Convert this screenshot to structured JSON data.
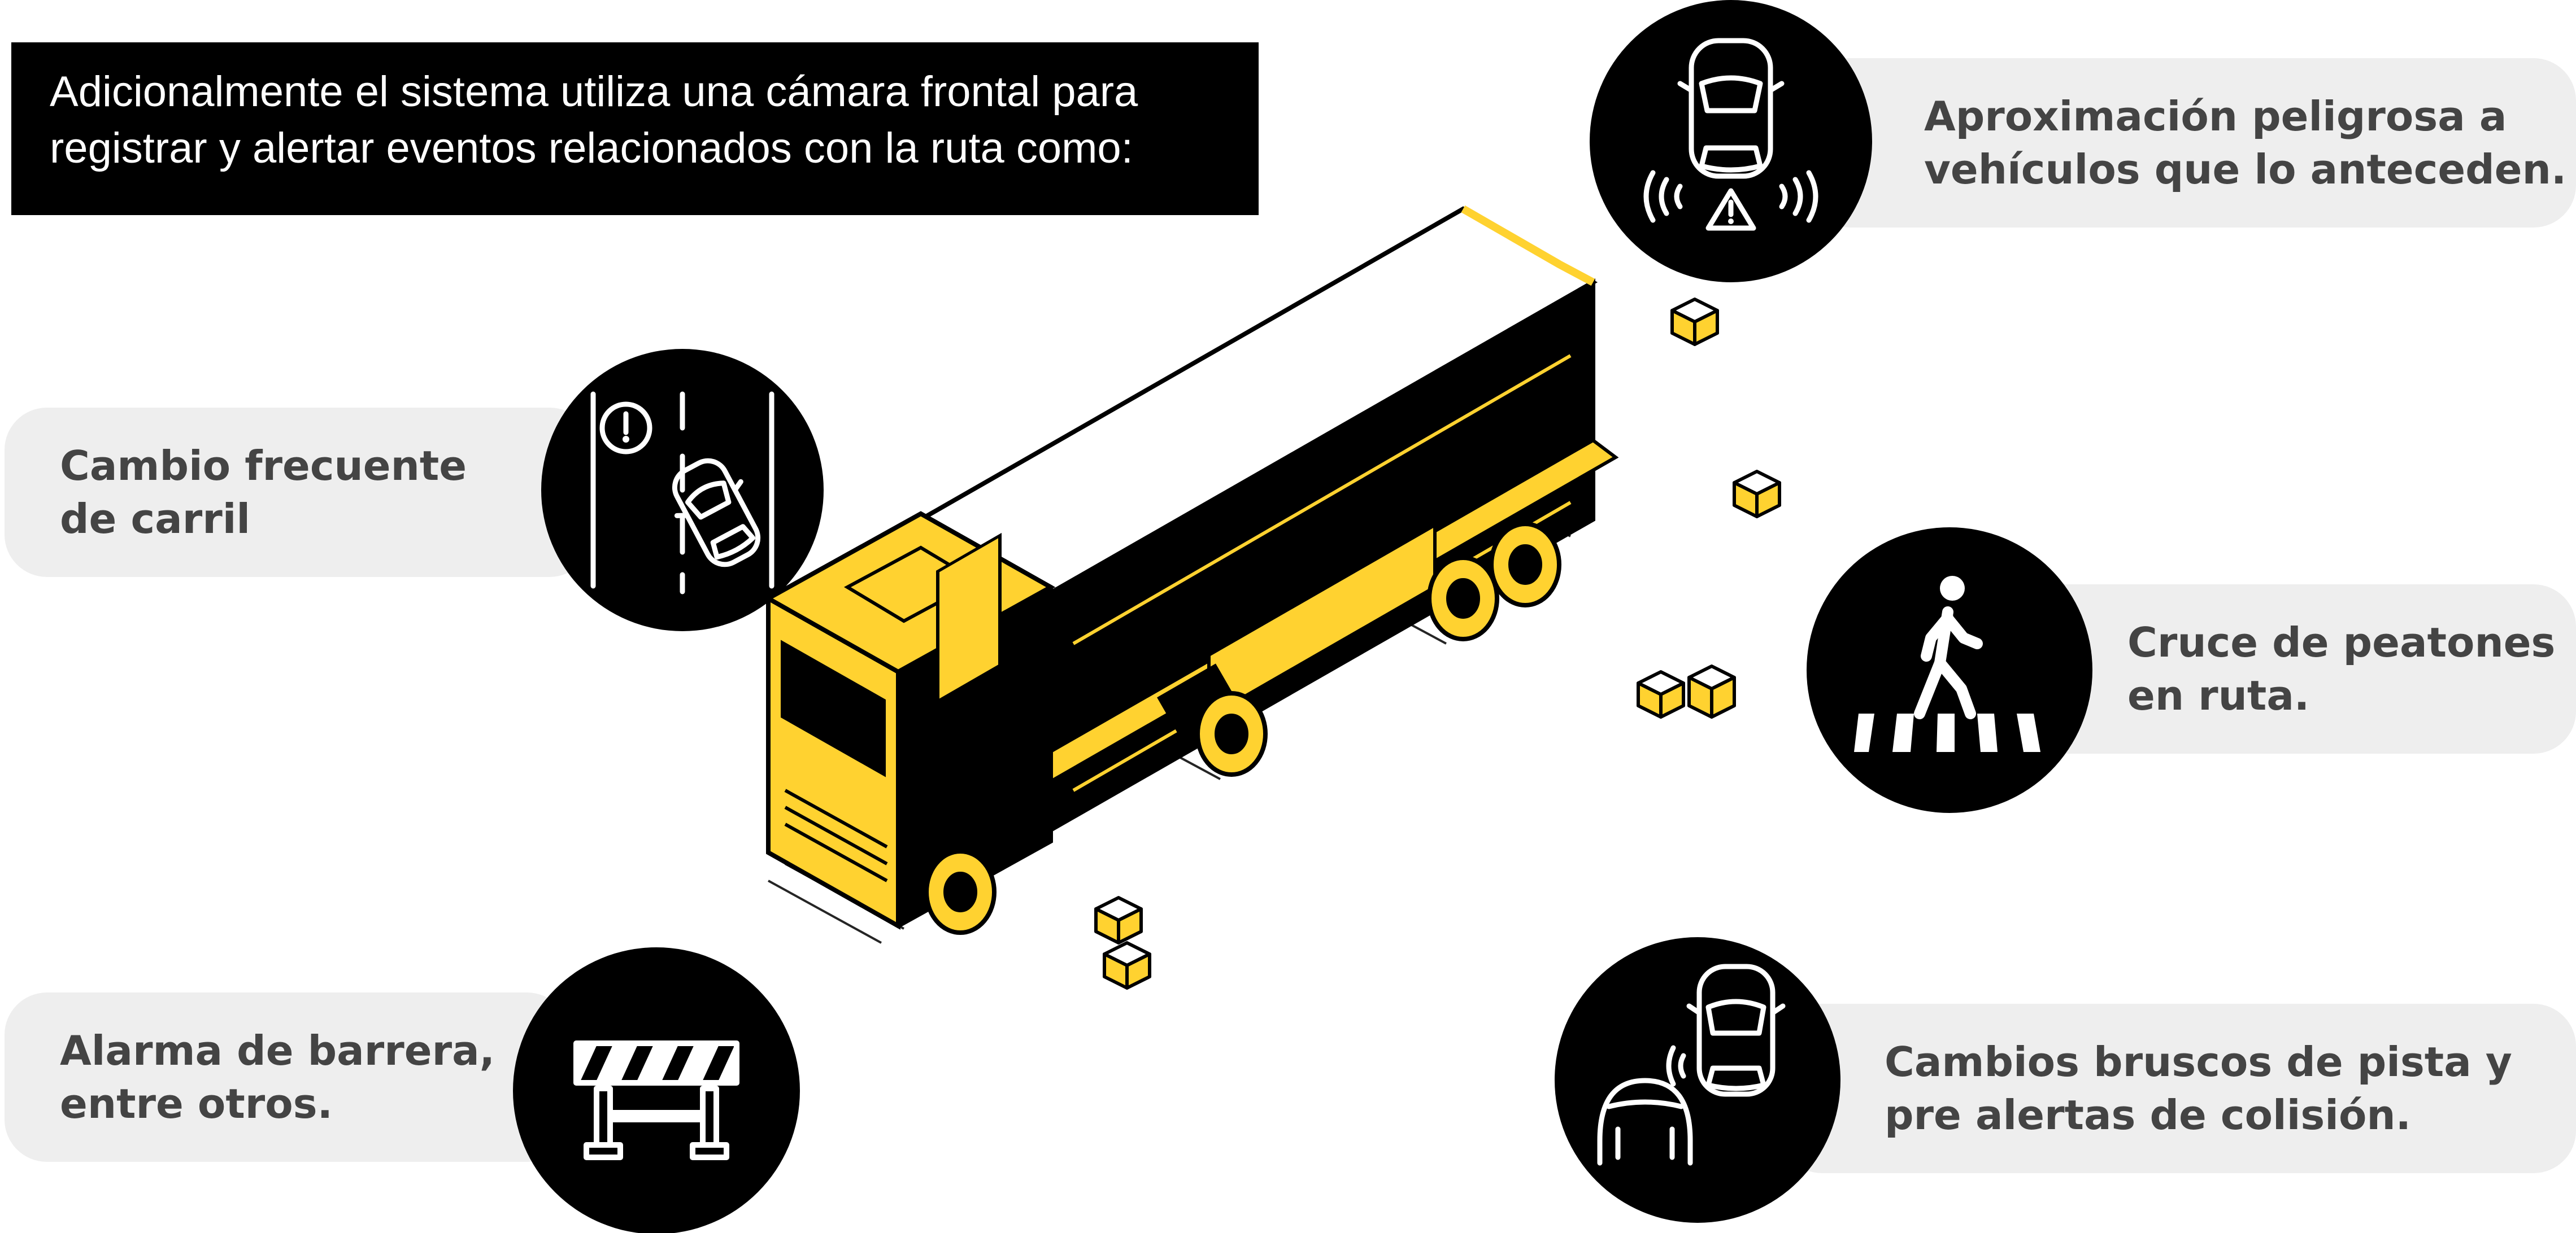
{
  "header": {
    "line1": "Adicionalmente el sistema utiliza una cámara frontal para",
    "line2": "registrar y alertar eventos relacionados con la ruta como:"
  },
  "features": {
    "lane_change": {
      "line1": "Cambio frecuente",
      "line2": "de carril",
      "icon": "lane-change-alert-icon"
    },
    "barrier_alarm": {
      "line1": "Alarma de barrera,",
      "line2": "entre otros.",
      "icon": "road-barrier-icon"
    },
    "front_approach": {
      "line1": "Aproximación peligrosa a",
      "line2": "vehículos que lo anteceden.",
      "icon": "front-vehicle-warning-icon"
    },
    "pedestrian": {
      "line1": "Cruce de peatones",
      "line2": "en ruta.",
      "icon": "pedestrian-crossing-icon"
    },
    "collision": {
      "line1": "Cambios bruscos de pista  y",
      "line2": "pre alertas de colisión.",
      "icon": "collision-warning-icon"
    }
  },
  "colors": {
    "accent": "#FFD230",
    "dark": "#000000",
    "pill": "#EEEEEE",
    "text": "#444444"
  }
}
